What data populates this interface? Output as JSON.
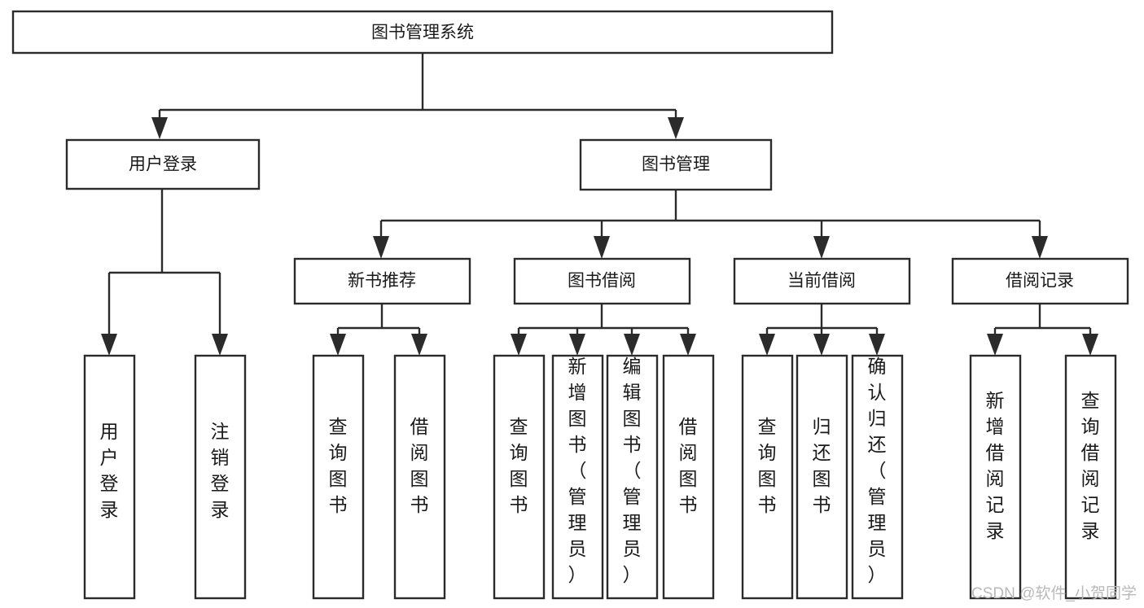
{
  "diagram": {
    "title": "图书管理系统",
    "type": "tree-hierarchy",
    "root": {
      "id": "root",
      "label": "图书管理系统"
    },
    "level2": [
      {
        "id": "user-login",
        "label": "用户登录"
      },
      {
        "id": "book-management",
        "label": "图书管理"
      }
    ],
    "level3": [
      {
        "id": "new-book-recommend",
        "label": "新书推荐",
        "parent": "book-management"
      },
      {
        "id": "book-borrow",
        "label": "图书借阅",
        "parent": "book-management"
      },
      {
        "id": "current-borrow",
        "label": "当前借阅",
        "parent": "book-management"
      },
      {
        "id": "borrow-record",
        "label": "借阅记录",
        "parent": "book-management"
      }
    ],
    "leaves": {
      "user-login": [
        {
          "id": "leaf-user-login",
          "label": "用户登录"
        },
        {
          "id": "leaf-user-logout",
          "label": "注销登录"
        }
      ],
      "new-book-recommend": [
        {
          "id": "leaf-query-book-1",
          "label": "查询图书"
        },
        {
          "id": "leaf-borrow-book-1",
          "label": "借阅图书"
        }
      ],
      "book-borrow": [
        {
          "id": "leaf-query-book-2",
          "label": "查询图书"
        },
        {
          "id": "leaf-add-book",
          "label": "新增图书（管理员）"
        },
        {
          "id": "leaf-edit-book",
          "label": "编辑图书（管理员）"
        },
        {
          "id": "leaf-borrow-book-2",
          "label": "借阅图书"
        }
      ],
      "current-borrow": [
        {
          "id": "leaf-query-book-3",
          "label": "查询图书"
        },
        {
          "id": "leaf-return-book",
          "label": "归还图书"
        },
        {
          "id": "leaf-confirm-return",
          "label": "确认归还（管理员）"
        }
      ],
      "borrow-record": [
        {
          "id": "leaf-add-record",
          "label": "新增借阅记录"
        },
        {
          "id": "leaf-query-record",
          "label": "查询借阅记录"
        }
      ]
    },
    "colors": {
      "stroke": "#2b2b2b",
      "fill": "#ffffff",
      "text": "#1a1a1a",
      "watermark": "#b9b9b9"
    }
  },
  "watermark": {
    "text": "CSDN @软件_小贺同学"
  }
}
